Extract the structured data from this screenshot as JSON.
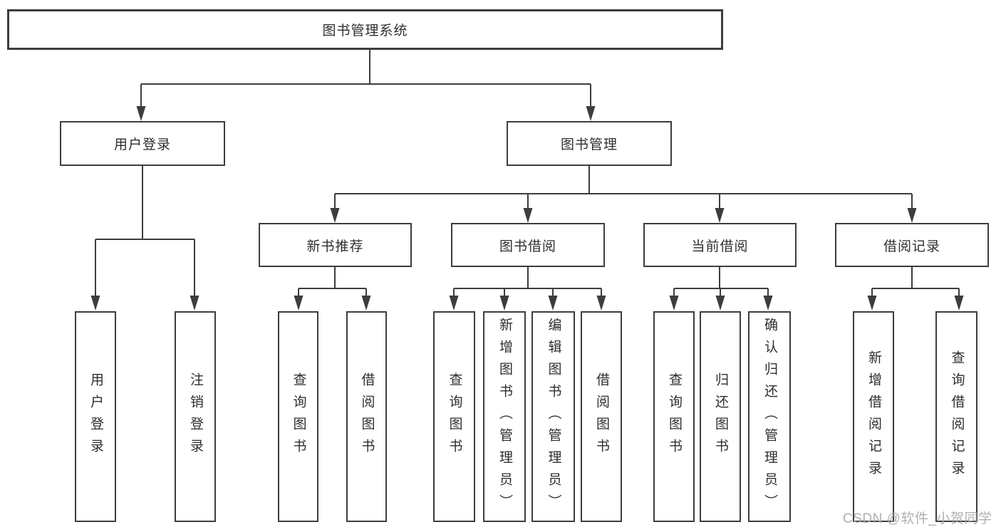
{
  "title": "图书管理系统",
  "nodes": {
    "root": {
      "label": "图书管理系统"
    },
    "user_login": {
      "label": "用户登录"
    },
    "book_mgmt": {
      "label": "图书管理"
    },
    "ul_user_login": {
      "label": "用户登录"
    },
    "ul_logout": {
      "label": "注销登录"
    },
    "new_book_rec": {
      "label": "新书推荐"
    },
    "book_borrow": {
      "label": "图书借阅"
    },
    "current_borrow": {
      "label": "当前借阅"
    },
    "borrow_record": {
      "label": "借阅记录"
    },
    "nbr_query_book": {
      "label": "查询图书"
    },
    "nbr_borrow_book": {
      "label": "借阅图书"
    },
    "bb_query_book": {
      "label": "查询图书"
    },
    "bb_add_book": {
      "label": "新增图书（管理员）"
    },
    "bb_edit_book": {
      "label": "编辑图书（管理员）"
    },
    "bb_borrow_book": {
      "label": "借阅图书"
    },
    "cb_query_book": {
      "label": "查询图书"
    },
    "cb_return_book": {
      "label": "归还图书"
    },
    "cb_confirm_return": {
      "label": "确认归还（管理员）"
    },
    "br_add_record": {
      "label": "新增借阅记录"
    },
    "br_query_record": {
      "label": "查询借阅记录"
    }
  },
  "edges": [
    [
      "root",
      "user_login"
    ],
    [
      "root",
      "book_mgmt"
    ],
    [
      "user_login",
      "ul_user_login"
    ],
    [
      "user_login",
      "ul_logout"
    ],
    [
      "book_mgmt",
      "new_book_rec"
    ],
    [
      "book_mgmt",
      "book_borrow"
    ],
    [
      "book_mgmt",
      "current_borrow"
    ],
    [
      "book_mgmt",
      "borrow_record"
    ],
    [
      "new_book_rec",
      "nbr_query_book"
    ],
    [
      "new_book_rec",
      "nbr_borrow_book"
    ],
    [
      "book_borrow",
      "bb_query_book"
    ],
    [
      "book_borrow",
      "bb_add_book"
    ],
    [
      "book_borrow",
      "bb_edit_book"
    ],
    [
      "book_borrow",
      "bb_borrow_book"
    ],
    [
      "current_borrow",
      "cb_query_book"
    ],
    [
      "current_borrow",
      "cb_return_book"
    ],
    [
      "current_borrow",
      "cb_confirm_return"
    ],
    [
      "borrow_record",
      "br_add_record"
    ],
    [
      "borrow_record",
      "br_query_record"
    ]
  ],
  "watermark": {
    "text": "CSDN @软件_小贺同学",
    "color": "#acacac"
  },
  "colors": {
    "line": "#3d3d3d",
    "border": "#3d3d3d",
    "text": "#2e2e2e",
    "background": "#ffffff"
  }
}
